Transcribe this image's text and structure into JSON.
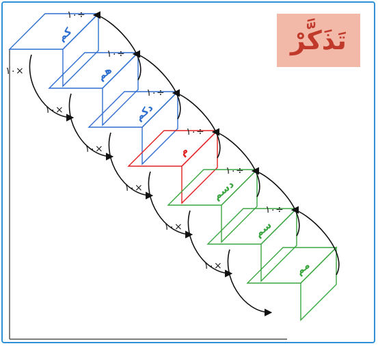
{
  "title": "تَذَكَّرْ",
  "multiply_label": "١٠×",
  "divide_label": "١٠÷",
  "units": [
    "كم",
    "هم",
    "دكم",
    "م",
    "دسم",
    "سم",
    "مم"
  ],
  "colors": {
    "frame": "#2f8fd8",
    "upper_steps": "#2f6fd0",
    "middle_step": "#e02020",
    "lower_steps": "#3aa640",
    "badge_bg": "#f2b8a8",
    "badge_text": "#c0392b",
    "arrows": "#111111"
  }
}
